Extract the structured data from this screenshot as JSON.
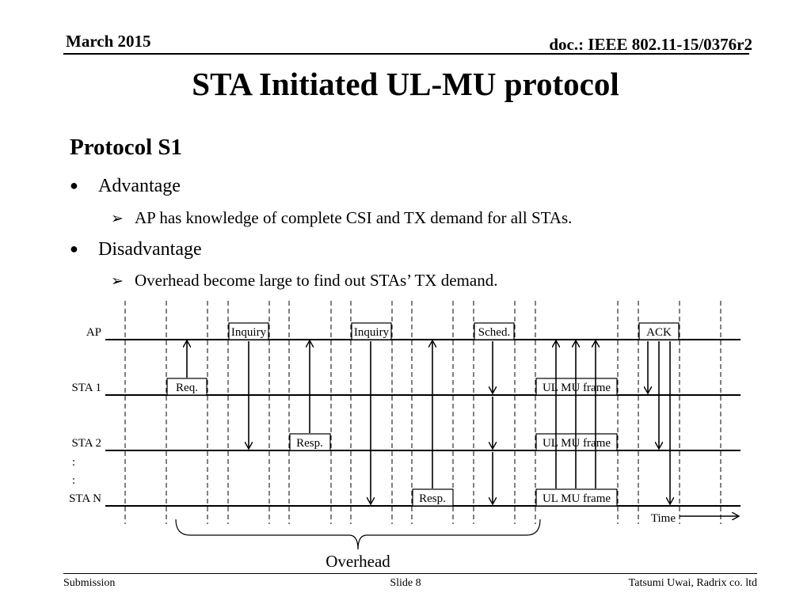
{
  "header": {
    "date": "March 2015",
    "doc": "doc.: IEEE 802.11-15/0376r2"
  },
  "title": "STA Initiated UL-MU protocol",
  "subtitle": "Protocol S1",
  "bullets": [
    {
      "label": "Advantage",
      "sub": "AP has knowledge of complete CSI and TX demand for all STAs."
    },
    {
      "label": "Disadvantage",
      "sub": "Overhead become large to find out STAs’ TX demand."
    }
  ],
  "diagram": {
    "rows": [
      "AP",
      "STA 1",
      "STA 2",
      "STA N"
    ],
    "dots": [
      ":",
      ":"
    ],
    "frames": {
      "req": "Req.",
      "inquiry": "Inquiry",
      "resp": "Resp.",
      "sched": "Sched.",
      "ul_mu": "UL MU frame",
      "ack": "ACK"
    },
    "time_label": "Time",
    "overhead_label": "Overhead"
  },
  "footer": {
    "left": "Submission",
    "center": "Slide 8",
    "right": "Tatsumi Uwai, Radrix co. ltd"
  }
}
